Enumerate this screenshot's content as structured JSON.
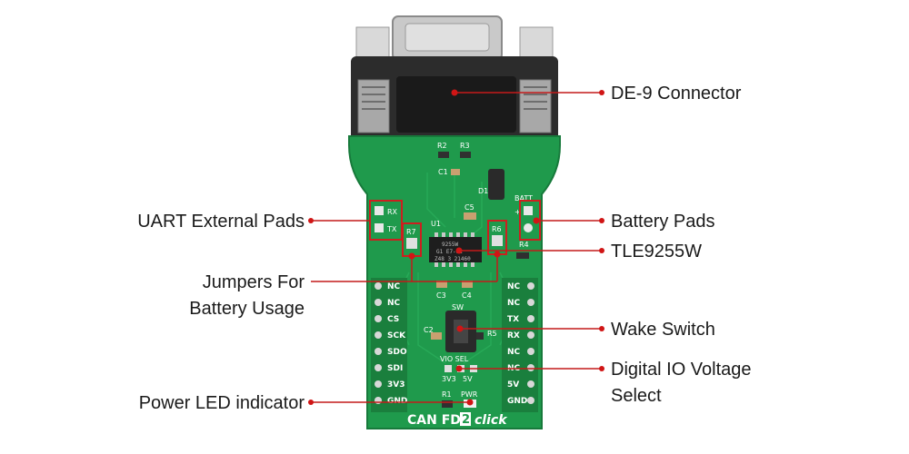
{
  "callouts": {
    "de9": "DE-9 Connector",
    "uart": "UART External Pads",
    "battery_pads": "Battery Pads",
    "tle": "TLE9255W",
    "jumpers_line1": "Jumpers For",
    "jumpers_line2": "Battery Usage",
    "wake": "Wake Switch",
    "vio_line1": "Digital IO Voltage",
    "vio_line2": "Select",
    "power_led": "Power LED indicator"
  },
  "board": {
    "brand_a": "CAN FD",
    "brand_num": "2",
    "brand_b": "click",
    "left_pins": [
      "NC",
      "NC",
      "CS",
      "SCK",
      "SDO",
      "SDI",
      "3V3",
      "GND"
    ],
    "right_pins": [
      "NC",
      "NC",
      "TX",
      "RX",
      "NC",
      "NC",
      "5V",
      "GND"
    ],
    "silk": {
      "r2": "R2",
      "r3": "R3",
      "c1": "C1",
      "d1": "D1",
      "c5": "C5",
      "u1": "U1",
      "r7": "R7",
      "r6": "R6",
      "r4": "R4",
      "c3": "C3",
      "c4": "C4",
      "rx": "RX",
      "tx": "TX",
      "batt": "BATT",
      "plus": "+",
      "sw": "SW",
      "c2": "C2",
      "r5": "R5",
      "vio": "VIO SEL",
      "v33": "3V3",
      "v5": "5V",
      "r1": "R1",
      "pwr": "PWR"
    },
    "chip_marking": [
      "9255W",
      "G1 E7-62",
      "Z48 3 21460"
    ]
  },
  "colors": {
    "pcb": "#1f9a4c",
    "highlight": "#cc1f1f",
    "callout_line": "#c41a1a",
    "text": "#1a1a1a"
  }
}
